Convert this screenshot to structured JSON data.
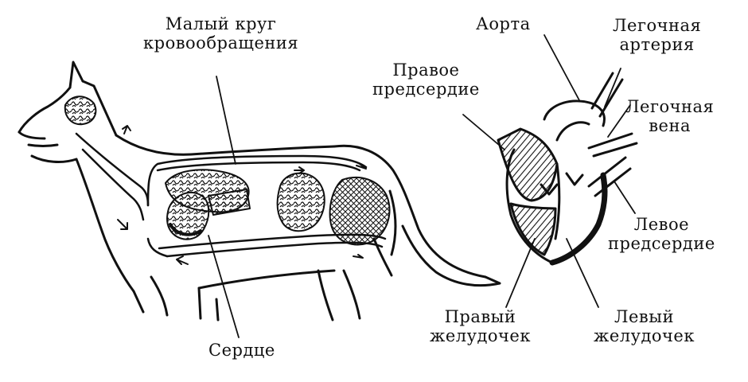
{
  "labels": {
    "pulmonary_circulation_line1": "Малый круг",
    "pulmonary_circulation_line2": "кровообращения",
    "heart": "Сердце",
    "right_atrium_line1": "Правое",
    "right_atrium_line2": "предсердие",
    "aorta": "Аорта",
    "pulmonary_artery_line1": "Легочная",
    "pulmonary_artery_line2": "артерия",
    "pulmonary_vein_line1": "Легочная",
    "pulmonary_vein_line2": "вена",
    "left_atrium_line1": "Левое",
    "left_atrium_line2": "предсердие",
    "right_ventricle_line1": "Правый",
    "right_ventricle_line2": "желудочек",
    "left_ventricle_line1": "Левый",
    "left_ventricle_line2": "желудочек"
  },
  "colors": {
    "ink": "#111111",
    "background": "#ffffff"
  }
}
